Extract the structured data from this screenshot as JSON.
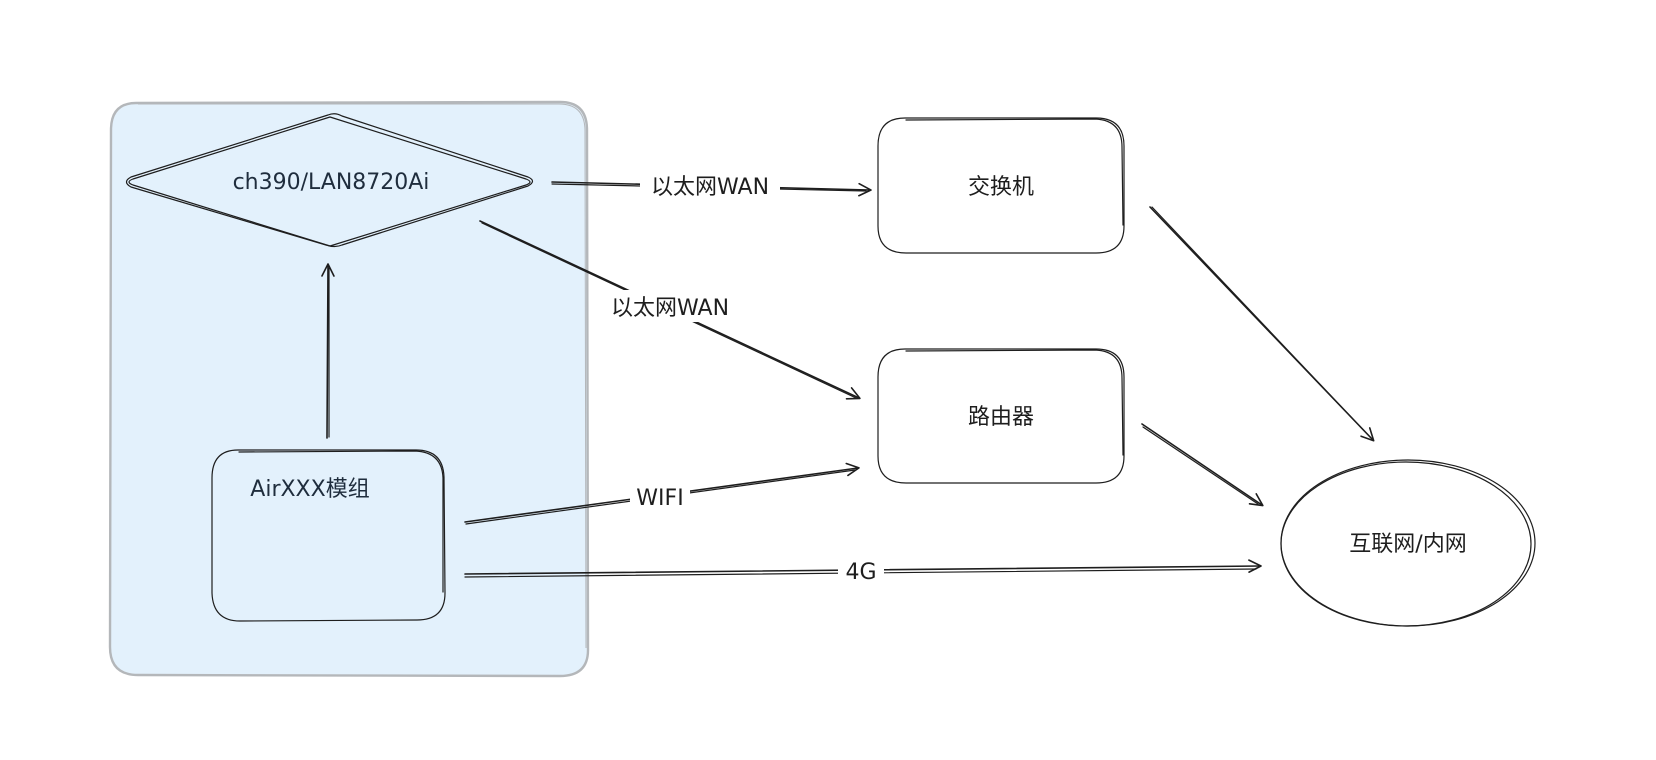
{
  "colors": {
    "container_fill": "#e3f1fc",
    "container_stroke": "#b4b7ba",
    "stroke": "#1e1e1e",
    "module_text": "#1f2d3d",
    "background": "#ffffff"
  },
  "nodes": {
    "phy_chip": "ch390/LAN8720Ai",
    "air_module": "AirXXX模组",
    "switch": "交换机",
    "router": "路由器",
    "internet": "互联网/内网"
  },
  "edges": {
    "phy_to_switch": "以太网WAN",
    "phy_to_router": "以太网WAN",
    "module_to_router": "WIFI",
    "module_to_internet": "4G"
  }
}
